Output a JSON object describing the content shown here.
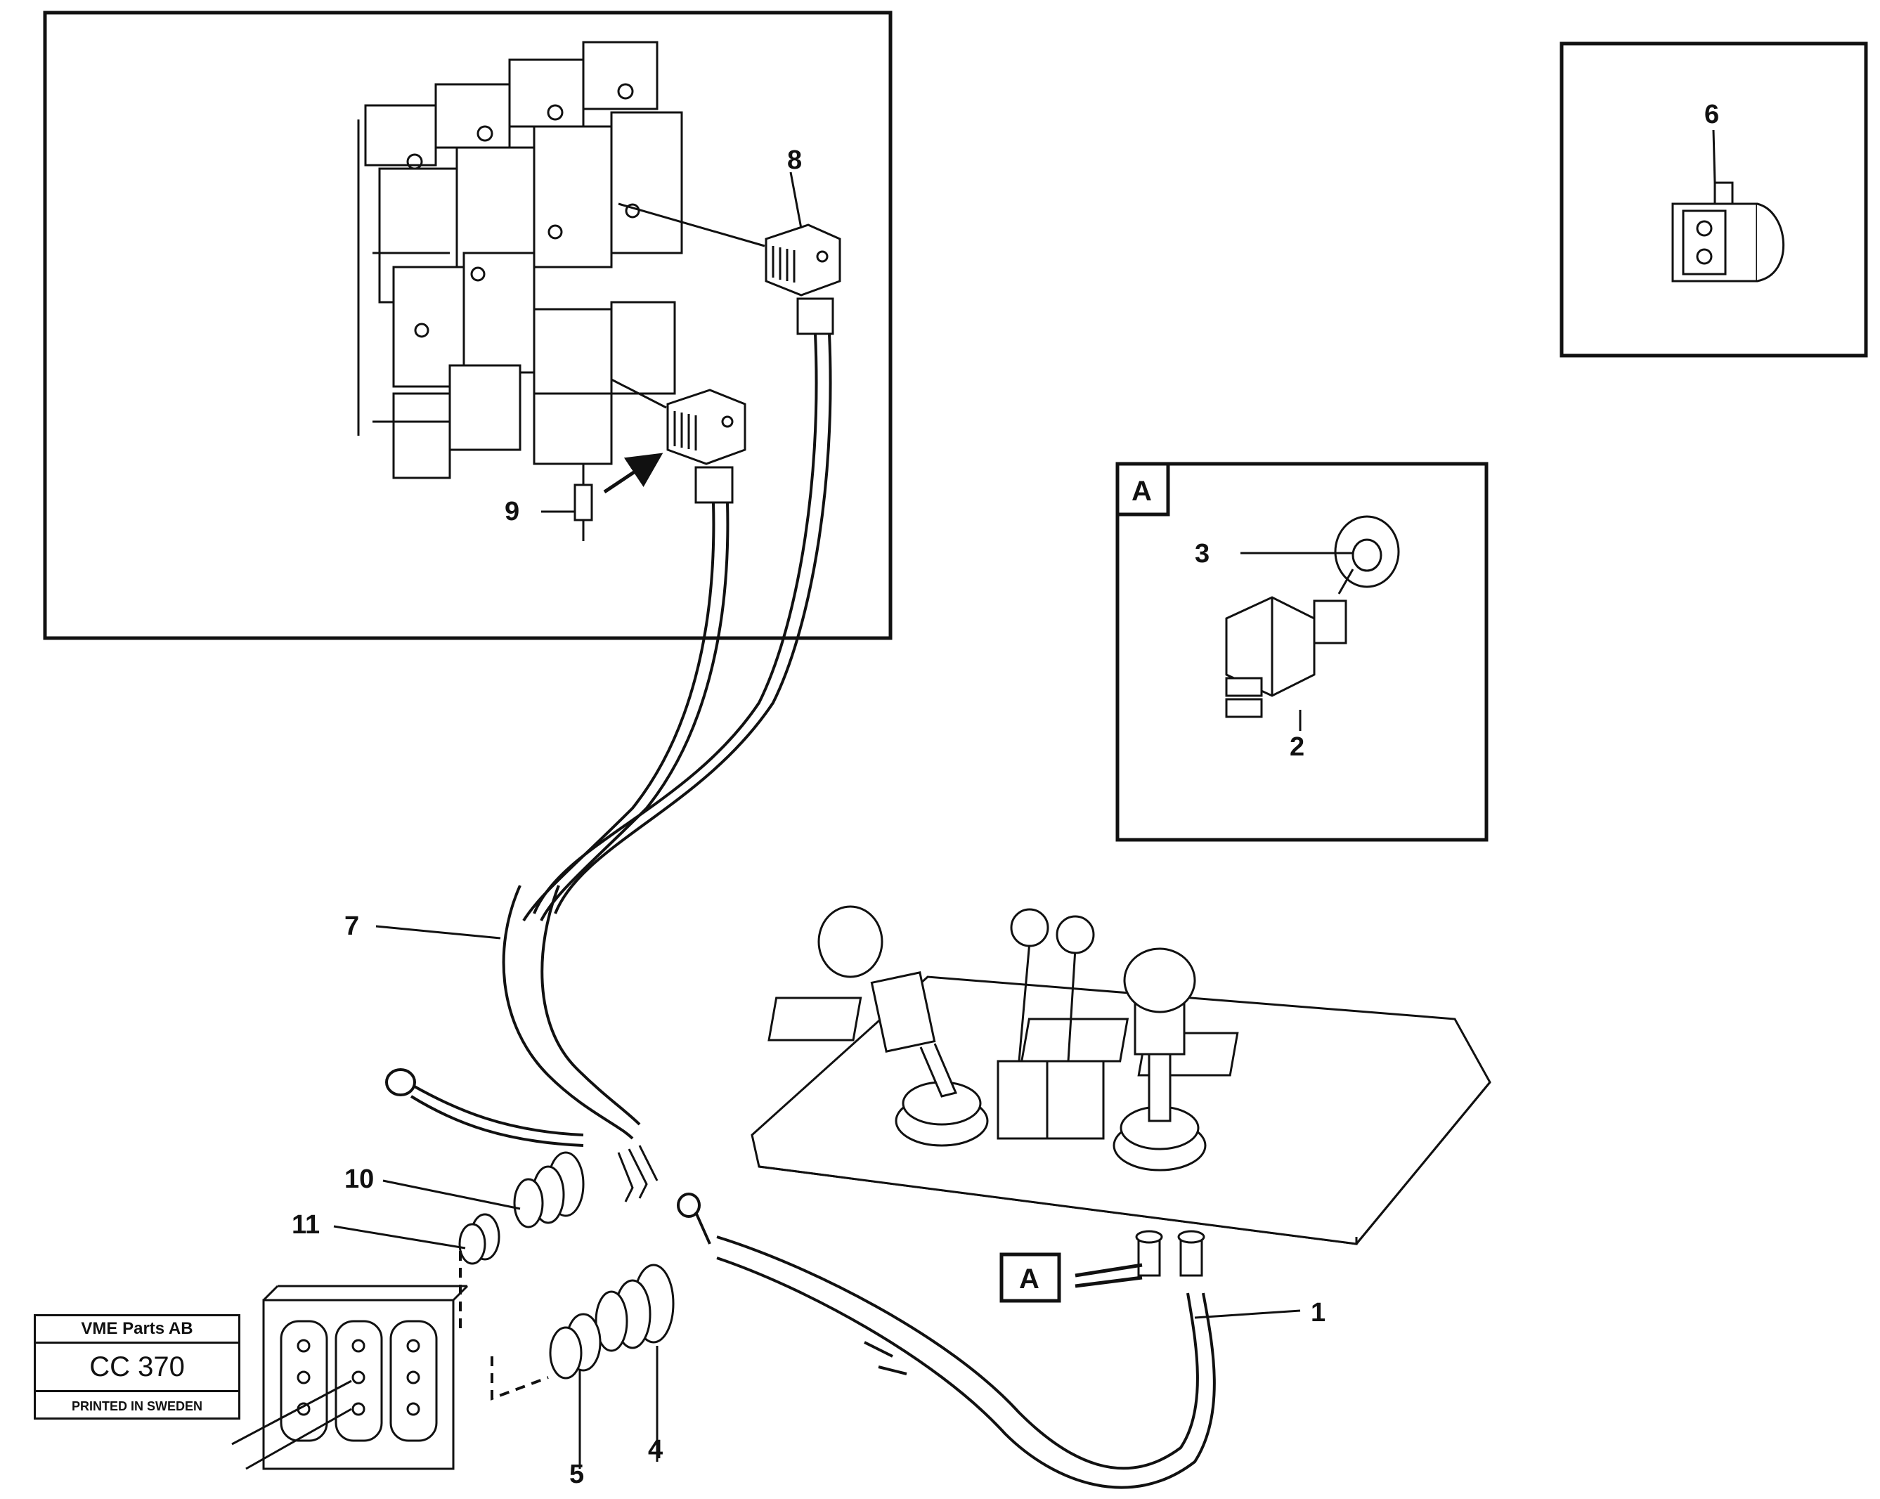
{
  "callouts": {
    "c1": "1",
    "c2": "2",
    "c3": "3",
    "c4": "4",
    "c5": "5",
    "c6": "6",
    "c7": "7",
    "c8": "8",
    "c9": "9",
    "c10": "10",
    "c11": "11"
  },
  "detail_tag": "A",
  "stamp": {
    "company": "VME Parts AB",
    "code": "CC 370",
    "printed": "PRINTED IN SWEDEN"
  }
}
